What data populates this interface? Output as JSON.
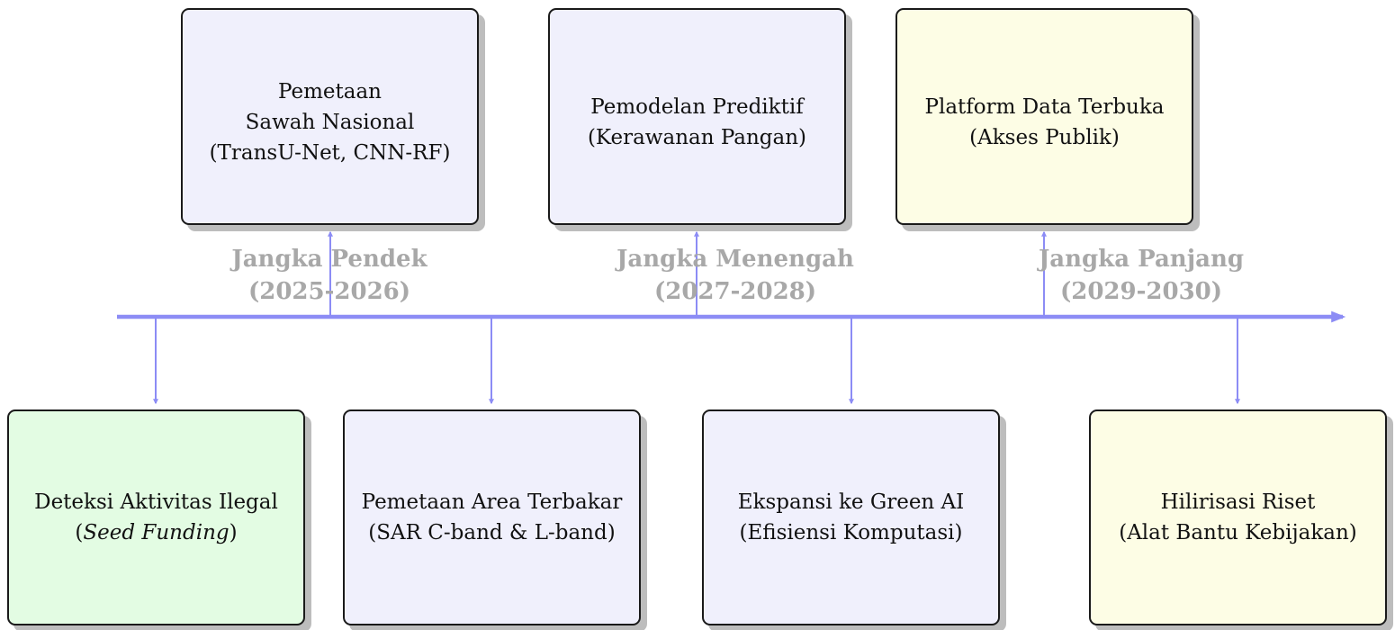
{
  "colors": {
    "timeline": "#8c8cf5",
    "box_border": "#1a1a1a",
    "box_shadow": "#bdbdbd",
    "fill_blue": "#f0f0fc",
    "fill_green": "#e3fce3",
    "fill_yellow": "#fdfde5",
    "period_text": "#a8a8a8"
  },
  "periods": [
    {
      "label": "Jangka Pendek",
      "years": "(2025-2026)"
    },
    {
      "label": "Jangka Menengah",
      "years": "(2027-2028)"
    },
    {
      "label": "Jangka Panjang",
      "years": "(2029-2030)"
    }
  ],
  "top_boxes": [
    {
      "lines": [
        "Pemetaan",
        "Sawah Nasional",
        "(TransU-Net, CNN-RF)"
      ],
      "fill": "blue"
    },
    {
      "lines": [
        "Pemodelan Prediktif",
        "(Kerawanan Pangan)"
      ],
      "fill": "blue"
    },
    {
      "lines": [
        "Platform Data Terbuka",
        "(Akses Publik)"
      ],
      "fill": "yellow"
    }
  ],
  "bottom_boxes": [
    {
      "lines": [
        "Deteksi Aktivitas Ilegal"
      ],
      "italic_line": {
        "open": "(",
        "text": "Seed Funding",
        "close": ")"
      },
      "fill": "green"
    },
    {
      "lines": [
        "Pemetaan Area Terbakar",
        "(SAR C-band & L-band)"
      ],
      "fill": "blue"
    },
    {
      "lines": [
        "Ekspansi ke Green AI",
        "(Efisiensi Komputasi)"
      ],
      "fill": "blue"
    },
    {
      "lines": [
        "Hilirisasi Riset",
        "(Alat Bantu Kebijakan)"
      ],
      "fill": "yellow"
    }
  ]
}
